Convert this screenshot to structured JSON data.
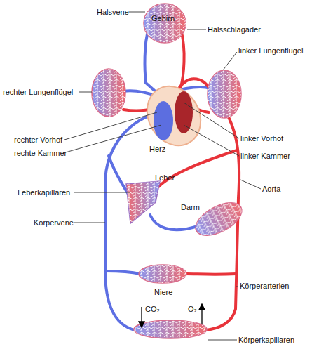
{
  "diagram": {
    "labels": [
      "Halsvene",
      "Gehirn",
      "Halsschlagader",
      "linker Lungenflügel",
      "rechter Lungenflügel",
      "rechter Vorhof",
      "rechte Kammer",
      "Herz",
      "linker Vorhof",
      "linker Kammer",
      "Leber",
      "Leberkapillaren",
      "Aorta",
      "Darm",
      "Körpervene",
      "Niere",
      "Körperarterien",
      "CO₂",
      "O₂",
      "Körperkapillaren"
    ]
  }
}
